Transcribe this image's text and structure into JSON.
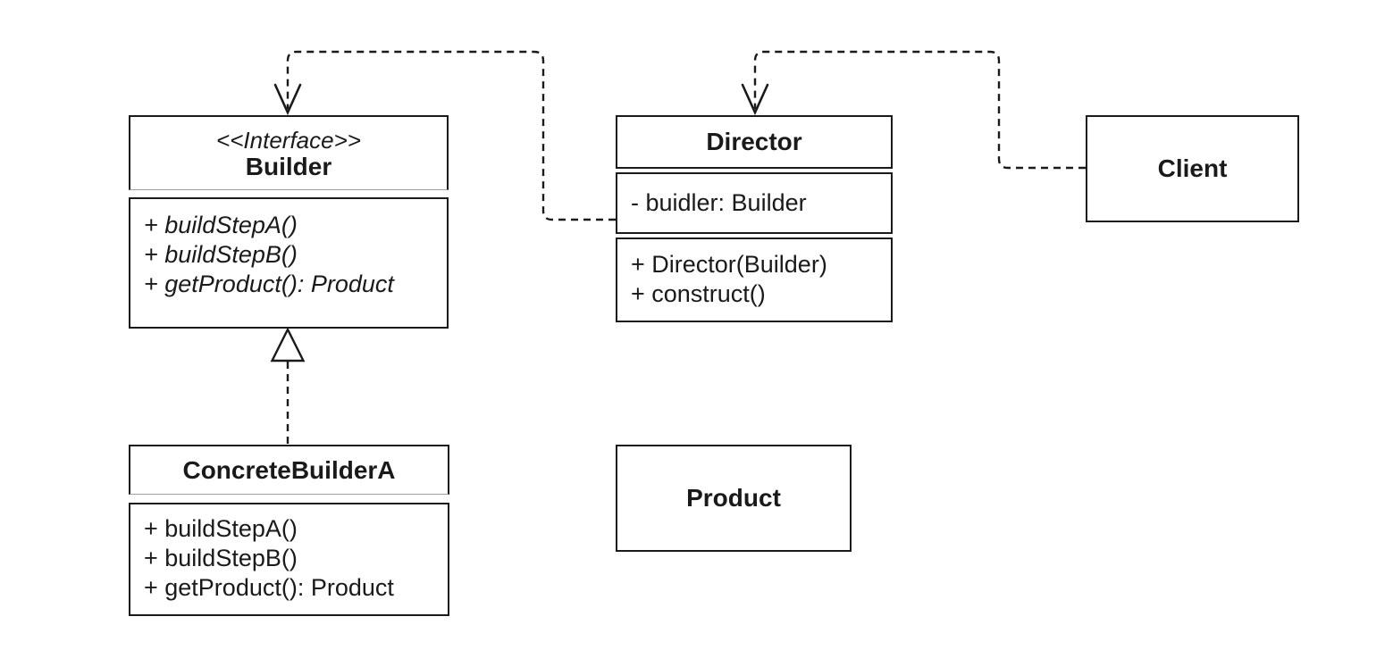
{
  "classes": {
    "builder": {
      "stereotype": "<<Interface>>",
      "name": "Builder",
      "methods": [
        "+ buildStepA()",
        "+ buildStepB()",
        "+ getProduct(): Product"
      ]
    },
    "director": {
      "name": "Director",
      "fields": [
        "- buidler: Builder"
      ],
      "methods": [
        "+ Director(Builder)",
        "+ construct()"
      ]
    },
    "client": {
      "name": "Client"
    },
    "concrete_builder_a": {
      "name": "ConcreteBuilderA",
      "methods": [
        "+ buildStepA()",
        "+ buildStepB()",
        "+ getProduct(): Product"
      ]
    },
    "product": {
      "name": "Product"
    }
  },
  "relationships": {
    "director_to_builder": "dashed dependency arrow into top of Builder",
    "client_to_director": "dashed dependency arrow into top of Director",
    "concrete_builder_a_to_builder": "dashed realization with hollow triangle at bottom of Builder"
  },
  "colors": {
    "stroke": "#1a1a1a",
    "text": "#1a1a1a",
    "background": "#ffffff",
    "separator_light": "#9e9e9e"
  }
}
